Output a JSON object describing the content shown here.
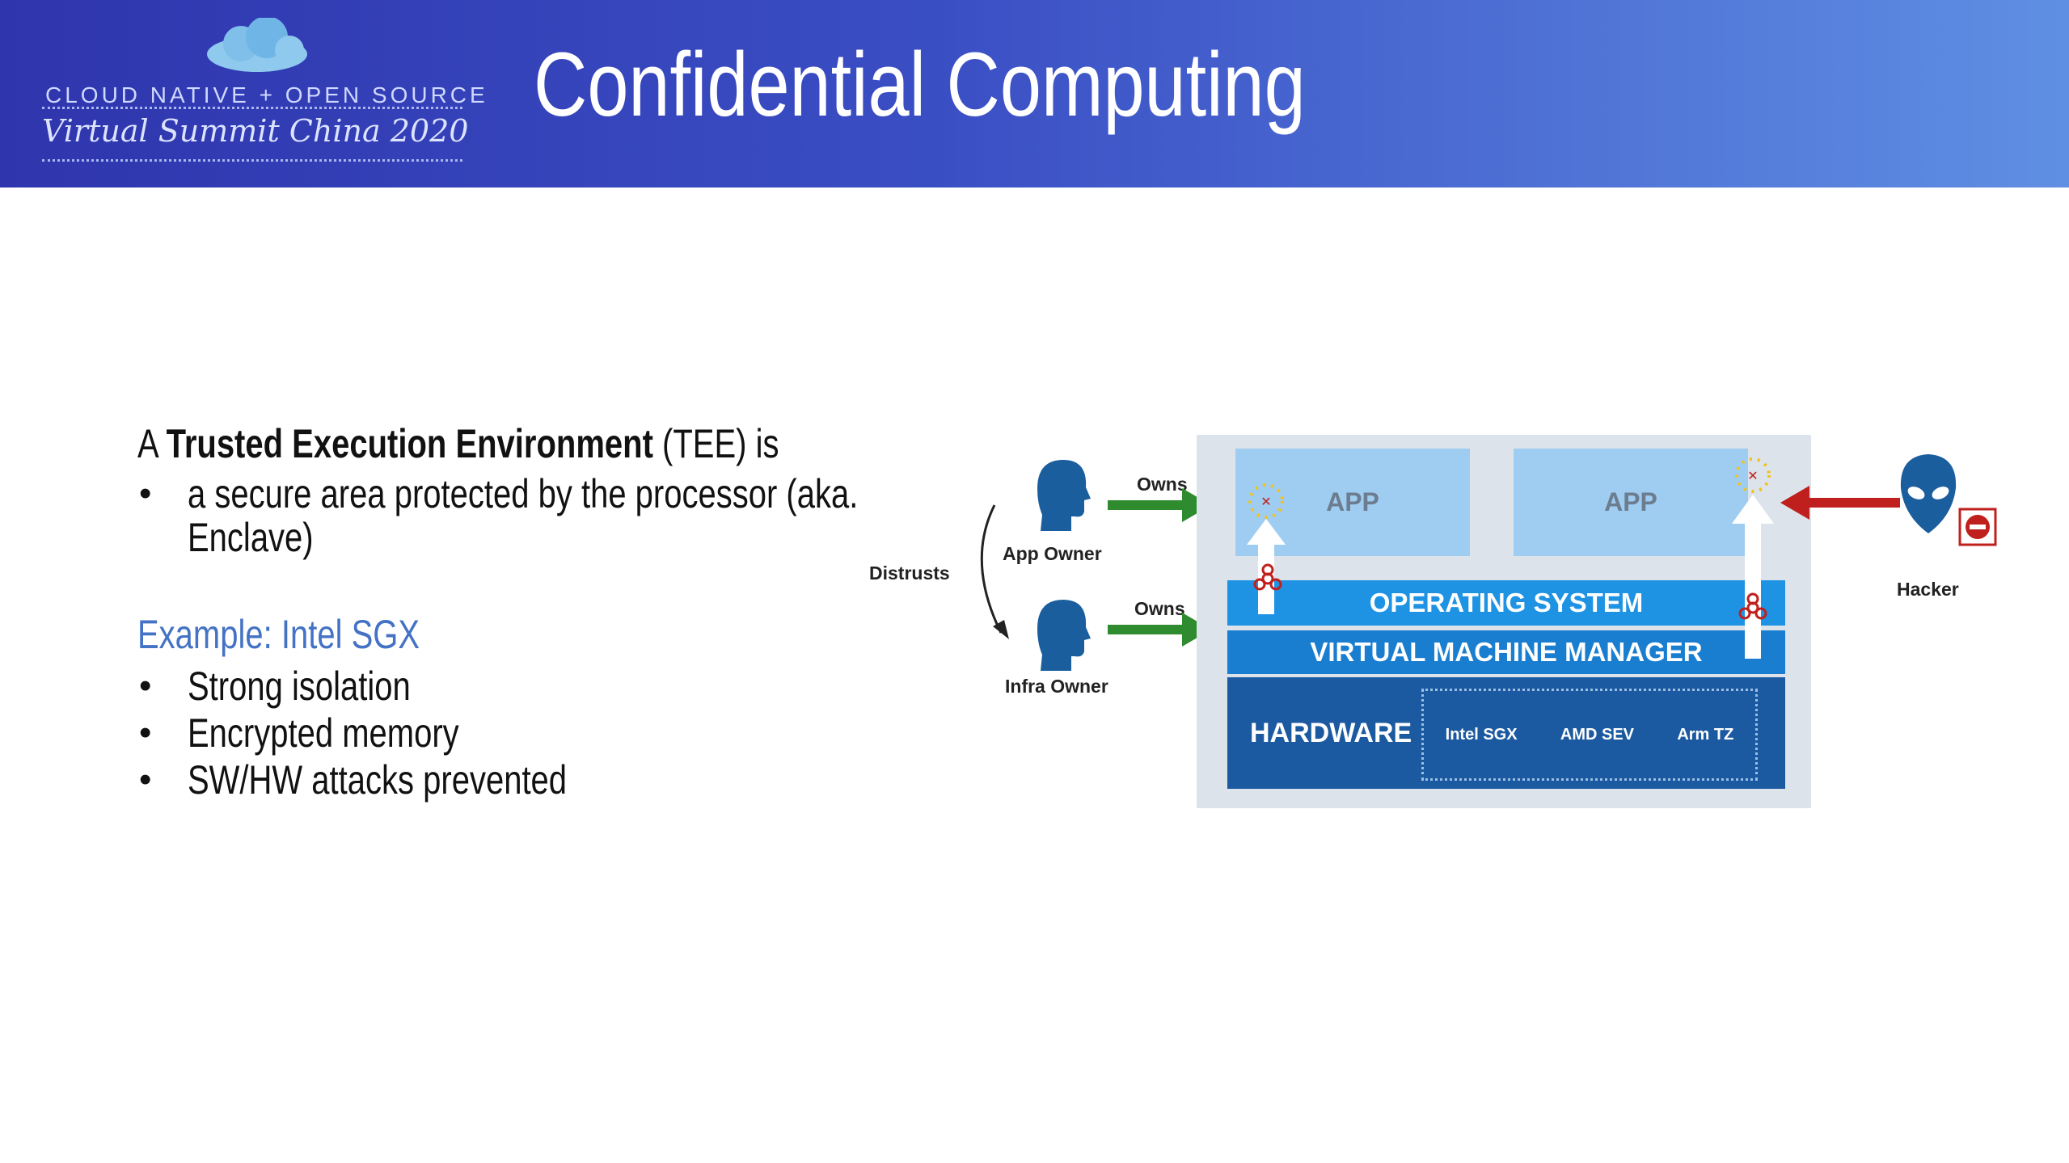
{
  "header": {
    "logo_line1": "CLOUD NATIVE + OPEN SOURCE",
    "logo_line2": "Virtual Summit China 2020",
    "title": "Confidential Computing"
  },
  "content": {
    "tee_prefix": "A ",
    "tee_bold": "Trusted Execution Environment",
    "tee_suffix": " (TEE) is",
    "tee_bullet_1a": "a secure area protected by the processor (aka.",
    "tee_bullet_1b": "Enclave)",
    "example_heading": "Example: Intel SGX",
    "example_bullets": [
      "Strong isolation",
      "Encrypted memory",
      "SW/HW attacks prevented"
    ],
    "bullet_char": "•"
  },
  "diagram": {
    "distrusts": "Distrusts",
    "app_owner": "App Owner",
    "infra_owner": "Infra Owner",
    "owns_top": "Owns",
    "owns_bottom": "Owns",
    "hacker": "Hacker",
    "app_left": "APP",
    "app_right": "APP",
    "os": "OPERATING SYSTEM",
    "vmm": "VIRTUAL MACHINE MANAGER",
    "hardware": "HARDWARE",
    "chips": [
      "Intel SGX",
      "AMD SEV",
      "Arm TZ"
    ],
    "icons": [
      "person-icon",
      "alien-icon",
      "no-entry-icon",
      "biohazard-icon",
      "arrow-icon"
    ],
    "colors": {
      "os_bar": "#1e93e3",
      "vmm_bar": "#1a7ed0",
      "hardware": "#1b5aa0",
      "app": "#9fcdf2",
      "owns_arrow": "#2e8b2e",
      "hacker_arrow": "#c0201d"
    }
  }
}
